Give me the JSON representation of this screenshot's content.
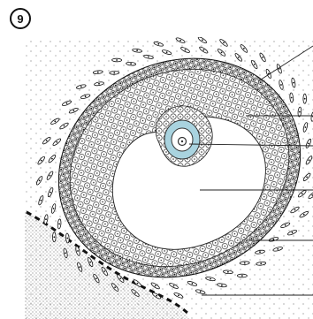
{
  "figure": {
    "badge_number": "9",
    "colors": {
      "ink": "#1a1a1a",
      "oocyte_zona_fill": "#a9d3df",
      "antrum_fill": "#ffffff",
      "background": "#ffffff"
    },
    "structures": [
      "theca-externa",
      "theca-interna",
      "granulosa-layer",
      "cumulus-oophorus",
      "zona-pellucida",
      "oocyte",
      "antrum",
      "ovarian-stroma",
      "ovarian-surface"
    ],
    "leader_line_count": 6
  }
}
